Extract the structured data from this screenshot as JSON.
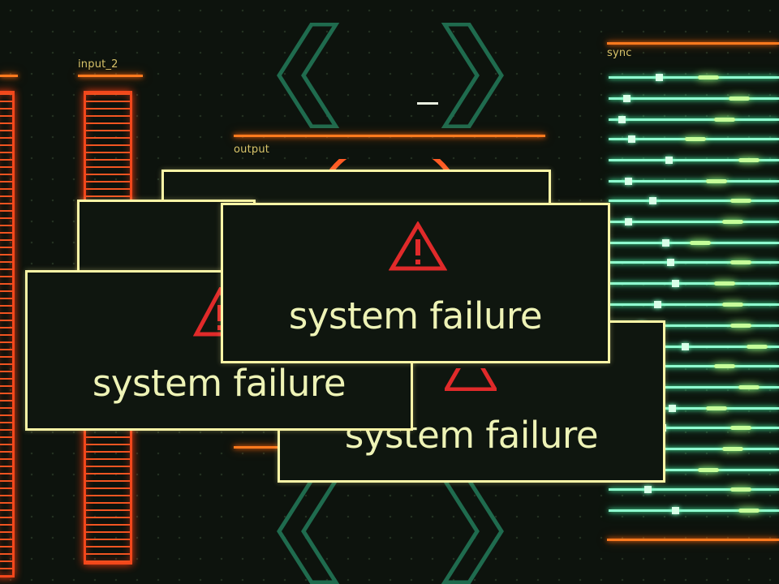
{
  "labels": {
    "input_2": "input_2",
    "output": "output",
    "sync": "sync"
  },
  "alerts": [
    {
      "message": "system failure"
    },
    {
      "message": "system failure"
    },
    {
      "message": "system failure"
    }
  ],
  "icons": {
    "warning": "warning-triangle-icon",
    "chevron_left": "chevron-left-icon",
    "chevron_right": "chevron-right-icon"
  },
  "colors": {
    "background": "#0d130d",
    "alert_border": "#fbf5a6",
    "alert_text": "#eef3b6",
    "warning": "#e02a2a",
    "orange_accent": "#ff7a1e",
    "green_accent": "#8fffd0",
    "chevron": "#1f6b4e"
  }
}
